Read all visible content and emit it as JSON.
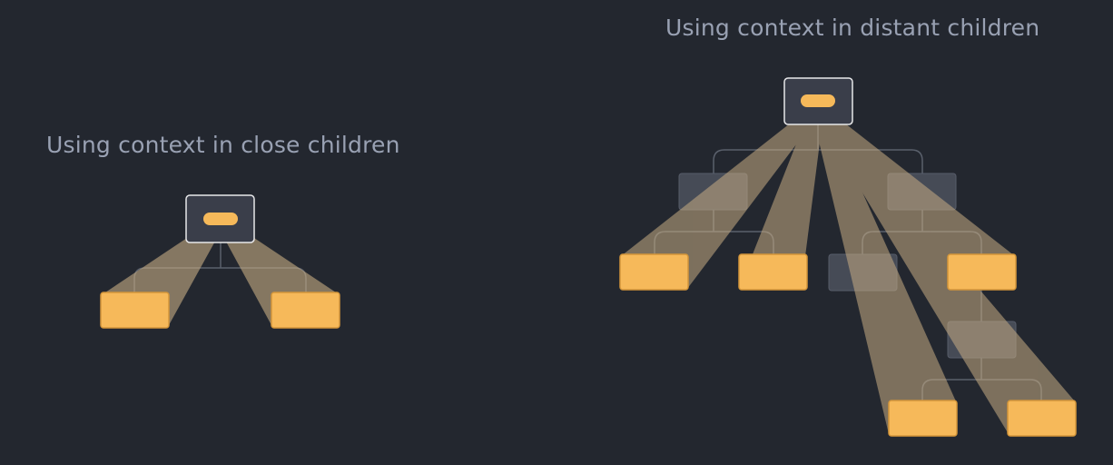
{
  "left_diagram": {
    "title": "Using context in close children",
    "nodes": [
      {
        "id": "provider",
        "role": "context-provider"
      },
      {
        "id": "child-left",
        "role": "consumer"
      },
      {
        "id": "child-right",
        "role": "consumer"
      }
    ]
  },
  "right_diagram": {
    "title": "Using context in distant children",
    "nodes": [
      {
        "id": "provider",
        "role": "context-provider"
      },
      {
        "id": "intermediate-a",
        "role": "intermediate"
      },
      {
        "id": "intermediate-b",
        "role": "intermediate"
      },
      {
        "id": "intermediate-c",
        "role": "intermediate"
      },
      {
        "id": "intermediate-d",
        "role": "intermediate"
      },
      {
        "id": "leaf-1",
        "role": "consumer"
      },
      {
        "id": "leaf-2",
        "role": "consumer"
      },
      {
        "id": "leaf-3",
        "role": "consumer"
      },
      {
        "id": "leaf-4",
        "role": "consumer"
      },
      {
        "id": "leaf-5",
        "role": "consumer"
      }
    ]
  },
  "colors": {
    "background": "#23272f",
    "consumer": "#f6b95a",
    "beam": "#c7ad84",
    "title": "#99a1b3",
    "connector": "#5a606c",
    "intermediate": "#4a4f5b"
  }
}
